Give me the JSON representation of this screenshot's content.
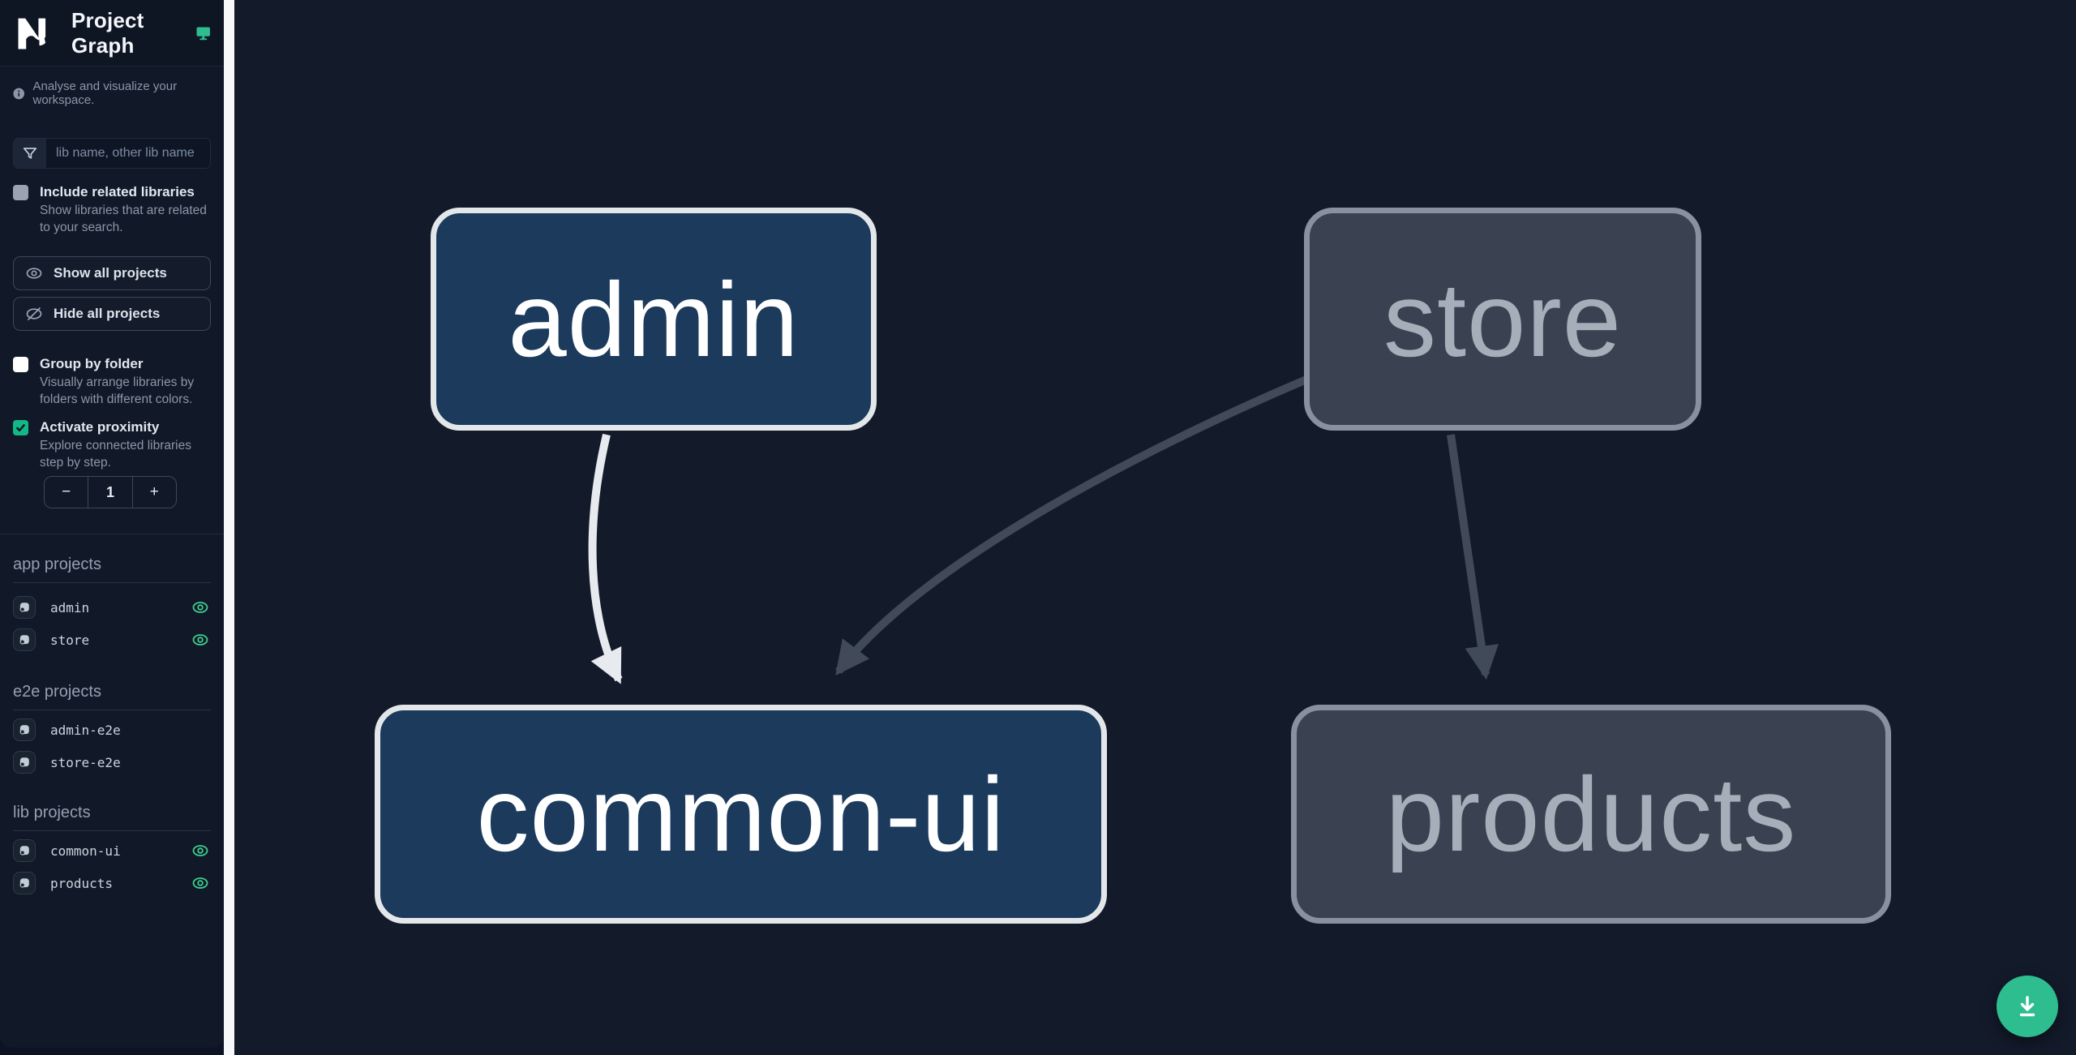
{
  "header": {
    "title": "Project Graph",
    "logo": "nx-logo",
    "mode_icon": "monitor-icon"
  },
  "sidebar": {
    "tagline": "Analyse and visualize your workspace.",
    "search": {
      "placeholder": "lib name, other lib name",
      "value": ""
    },
    "toggles": [
      {
        "label": "Include related libraries",
        "description": "Show libraries that are related to your search.",
        "checked": false,
        "style": "gray"
      },
      {
        "label": "Group by folder",
        "description": "Visually arrange libraries by folders with different colors.",
        "checked": false,
        "style": "white"
      },
      {
        "label": "Activate proximity",
        "description": "Explore connected libraries step by step.",
        "checked": true,
        "style": "green"
      }
    ],
    "buttons": {
      "show_all": "Show all projects",
      "hide_all": "Hide all projects"
    },
    "proximity_stepper": {
      "decrement": "−",
      "value": "1",
      "increment": "+"
    },
    "sections": [
      {
        "title": "app projects",
        "items": [
          {
            "name": "admin",
            "visible": true
          },
          {
            "name": "store",
            "visible": true
          }
        ]
      },
      {
        "title": "e2e projects",
        "items": [
          {
            "name": "admin-e2e",
            "visible": false
          },
          {
            "name": "store-e2e",
            "visible": false
          }
        ]
      },
      {
        "title": "lib projects",
        "items": [
          {
            "name": "common-ui",
            "visible": true
          },
          {
            "name": "products",
            "visible": true
          }
        ]
      }
    ]
  },
  "graph": {
    "nodes": [
      {
        "id": "admin",
        "label": "admin",
        "state": "focused"
      },
      {
        "id": "store",
        "label": "store",
        "state": "faded"
      },
      {
        "id": "common-ui",
        "label": "common-ui",
        "state": "focused"
      },
      {
        "id": "products",
        "label": "products",
        "state": "faded"
      }
    ],
    "edges": [
      {
        "from": "admin",
        "to": "common-ui",
        "state": "highlighted"
      },
      {
        "from": "store",
        "to": "common-ui",
        "state": "faded"
      },
      {
        "from": "store",
        "to": "products",
        "state": "faded"
      }
    ]
  },
  "fab": {
    "icon": "download-icon"
  },
  "colors": {
    "accent_green": "#3ecf8e",
    "checkbox_green": "#12b886",
    "fab_green": "#2ebd8f",
    "node_focused_bg": "#1b3a5c",
    "node_focused_border": "#e4e7ea",
    "node_faded_bg": "#3a4251",
    "node_faded_border": "#8a919e",
    "edge_light": "#e7eaee",
    "edge_faded": "#404a59",
    "canvas_bg": "#131a2a",
    "sidebar_bg": "#111827"
  }
}
